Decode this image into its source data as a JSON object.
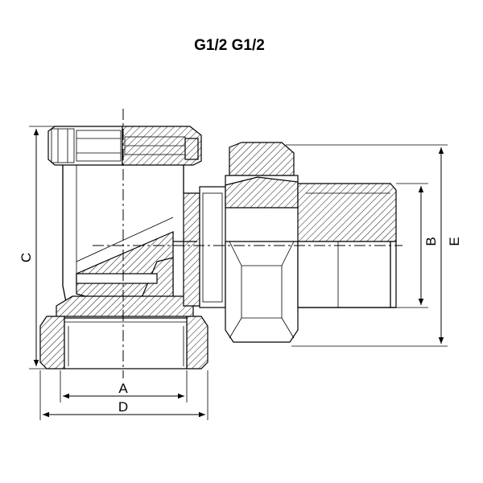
{
  "drawing": {
    "title": "G1/2 G1/2",
    "dimensions": {
      "a": "A",
      "b": "B",
      "c": "C",
      "d": "D",
      "e": "E"
    }
  }
}
